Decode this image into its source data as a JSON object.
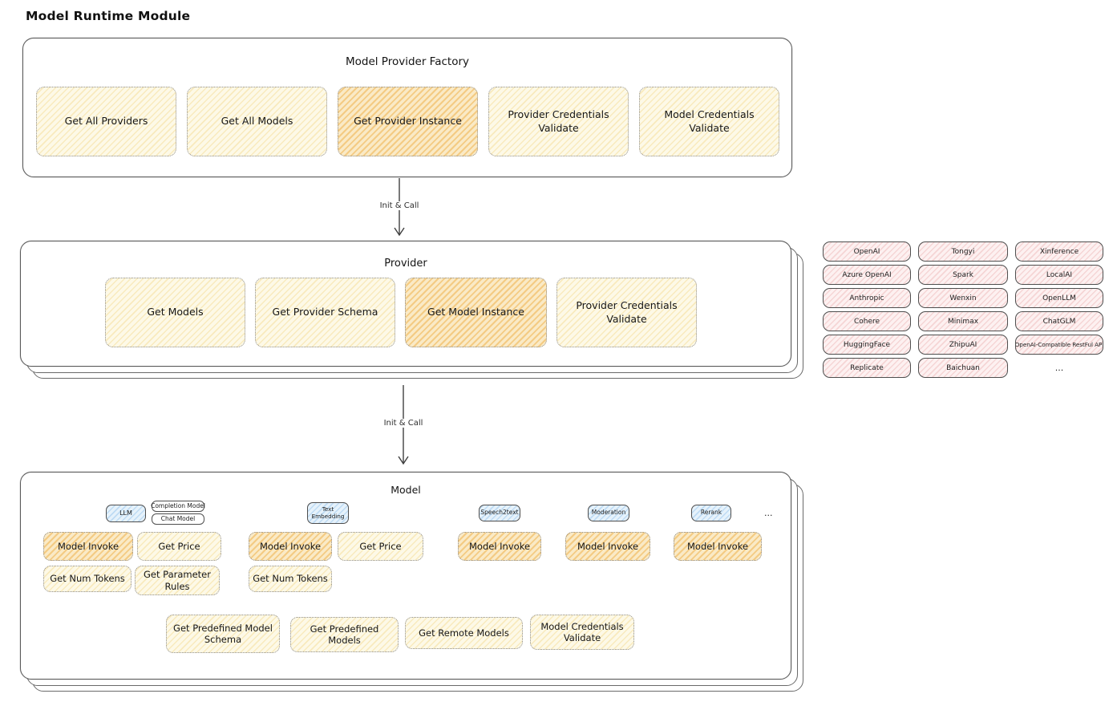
{
  "page": {
    "title": "Model Runtime Module"
  },
  "factory": {
    "title": "Model Provider Factory",
    "items": [
      "Get All Providers",
      "Get All Models",
      "Get Provider Instance",
      "Provider Credentials Validate",
      "Model Credentials Validate"
    ]
  },
  "arrows": {
    "init_call_1": "Init & Call",
    "init_call_2": "Init & Call"
  },
  "provider": {
    "title": "Provider",
    "items": [
      "Get Models",
      "Get Provider Schema",
      "Get Model Instance",
      "Provider Credentials Validate"
    ]
  },
  "vendors": {
    "items": [
      "OpenAI",
      "Tongyi",
      "Xinference",
      "Azure OpenAI",
      "Spark",
      "LocalAI",
      "Anthropic",
      "Wenxin",
      "OpenLLM",
      "Cohere",
      "Minimax",
      "ChatGLM",
      "HuggingFace",
      "ZhipuAI",
      "OpenAI-Compatible RestFul API",
      "Replicate",
      "Baichuan"
    ],
    "more": "..."
  },
  "model": {
    "title": "Model",
    "tabs": {
      "llm": "LLM",
      "completion_model": "Completion Model",
      "chat_model": "Chat Model",
      "text_embedding": "Text Embedding",
      "speech2text": "Speech2text",
      "moderation": "Moderation",
      "rerank": "Rerank",
      "more": "..."
    },
    "capabilities": {
      "model_invoke": "Model Invoke",
      "get_price": "Get Price",
      "get_num_tokens": "Get Num Tokens",
      "get_parameter_rules": "Get Parameter Rules"
    },
    "shared": [
      "Get Predefined Model Schema",
      "Get Predefined Models",
      "Get Remote Models",
      "Model Credentials Validate"
    ]
  },
  "colors": {
    "yellow_fill": "#fdf9e7",
    "orange_fill": "#faeac6",
    "pink_fill": "#fdf1f1",
    "blue_fill": "#e6f2fb",
    "border_dark": "#5a5a5a",
    "border_dotted": "#8f8f8f"
  }
}
